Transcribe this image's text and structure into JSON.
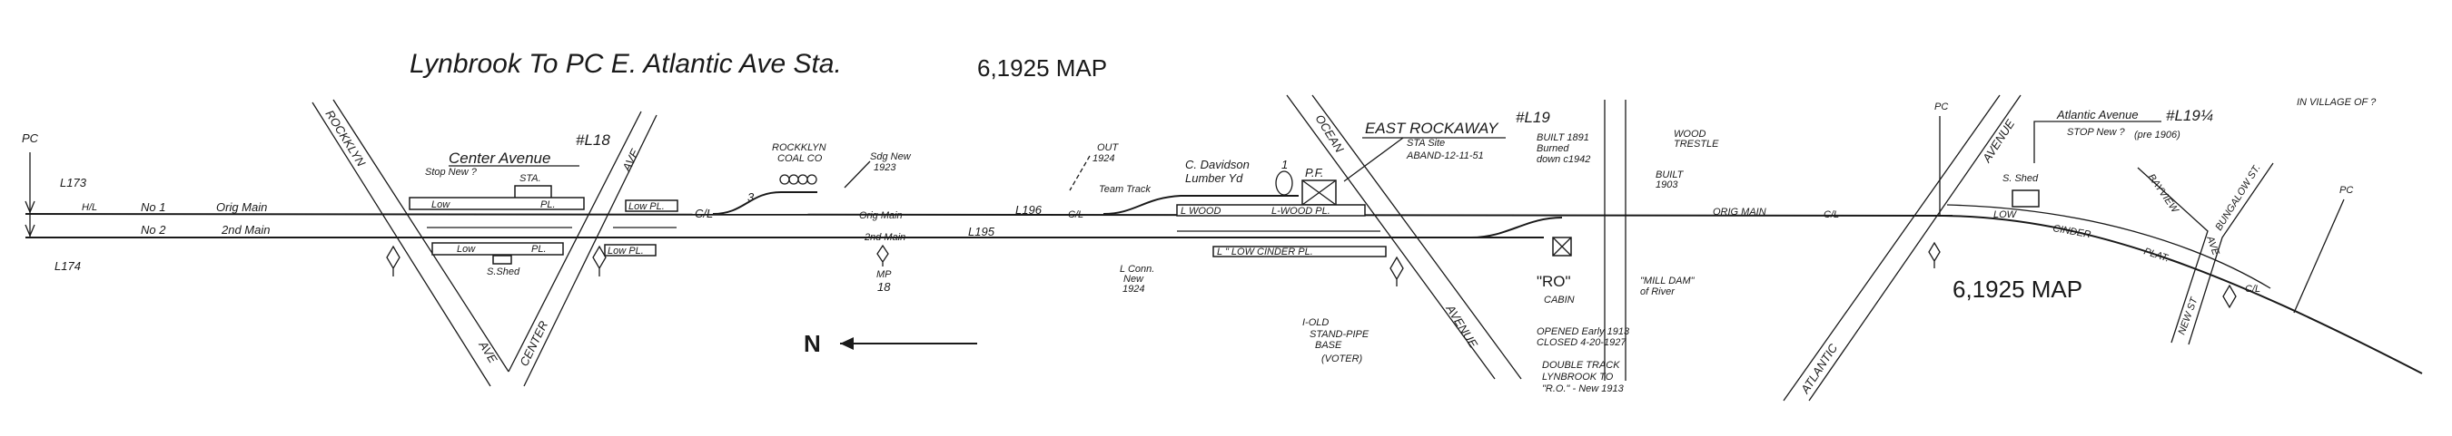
{
  "title": "Lynbrook To PC E. Atlantic Ave Sta.",
  "map_date": "6,1925 MAP",
  "map_date_2": "6,1925 MAP",
  "compass": {
    "label": "N"
  },
  "tracks": {
    "no1": "No 1",
    "orig_main": "Orig Main",
    "no2": "No 2",
    "second_main": "2nd Main",
    "orig_main_2": "Orig Main",
    "second_main_2": "2nd Main",
    "orig_main_3": "ORIG MAIN"
  },
  "left_end": {
    "pc": "PC",
    "l173": "L173",
    "l174": "L174",
    "hl": "H/L"
  },
  "roads": {
    "rockklyn": "ROCKKLYN",
    "rockklyn_ave": "AVE",
    "center": "CENTER",
    "center_ave": "AVE",
    "ocean": "OCEAN",
    "ocean_ave": "AVENUE",
    "atlantic": "ATLANTIC",
    "atlantic_ave": "AVENUE",
    "bayview": "BAYVIEW",
    "bayview_ave": "AVE",
    "bungalow": "BUNGALOW ST.",
    "new_st": "NEW ST"
  },
  "center_avenue": {
    "name": "Center Avenue",
    "number": "#L18",
    "stop_note": "Stop New ?",
    "sta": "STA.",
    "low_pl_1": "Low",
    "low_pl_1b": "PL.",
    "low_pl_2": "Low PL.",
    "low_pl_3": "Low",
    "low_pl_3b": "PL.",
    "low_pl_4": "Low PL.",
    "shed": "S.Shed"
  },
  "mid": {
    "cl_1": "C/L",
    "coal_co": "ROCKKLYN",
    "coal_co_2": "COAL CO",
    "siding_num": "3",
    "sdg_new": "Sdg New",
    "sdg_year": "1923",
    "out": "OUT",
    "out_year": "1924",
    "l196": "L196",
    "l195": "L195",
    "mp": "MP",
    "mp_num": "18",
    "team_track": "Team Track",
    "lumber": "C. Davidson",
    "lumber_2": "Lumber Yd",
    "l_conn": "L Conn.",
    "l_conn_2": "New",
    "l_conn_3": "1924",
    "one": "1",
    "pf": "P.F.",
    "cl_2": "C/L"
  },
  "east_rockaway": {
    "name": "EAST ROCKAWAY",
    "number": "#L19",
    "site": "STA Site",
    "aband": "ABAND-12-11-51",
    "built": "BUILT 1891",
    "burned": "Burned",
    "burned_2": "down c1942",
    "wood_pl": "L WOOD",
    "wood_pl_2": "L-WOOD PL.",
    "cinder_pl": "L  \" LOW CINDER PL.",
    "standpipe": "I-OLD",
    "standpipe_2": "STAND-PIPE",
    "standpipe_3": "BASE",
    "standpipe_4": "(VOTER)"
  },
  "ro_cabin": {
    "name": "\"RO\"",
    "cabin": "CABIN",
    "opened": "OPENED  Early 1913",
    "closed": "CLOSED  4-20-1927",
    "double": "DOUBLE TRACK",
    "double_2": "LYNBROOK TO",
    "double_3": "\"R.O.\" - New 1913"
  },
  "trestle": {
    "wood": "WOOD",
    "trestle": "TRESTLE",
    "built": "BUILT",
    "built_year": "1903",
    "mill": "\"MILL DAM\"",
    "river": "of River"
  },
  "atlantic": {
    "pc": "PC",
    "name": "Atlantic Avenue",
    "number": "#L19¼",
    "stop": "STOP New ?",
    "pre": "(pre 1906)",
    "village": "IN VILLAGE OF ?",
    "shed": "S. Shed",
    "plat_low": "LOW",
    "plat_cinder": "CINDER",
    "plat": "PLAT.",
    "cl": "C/L",
    "pc_2": "PC"
  }
}
